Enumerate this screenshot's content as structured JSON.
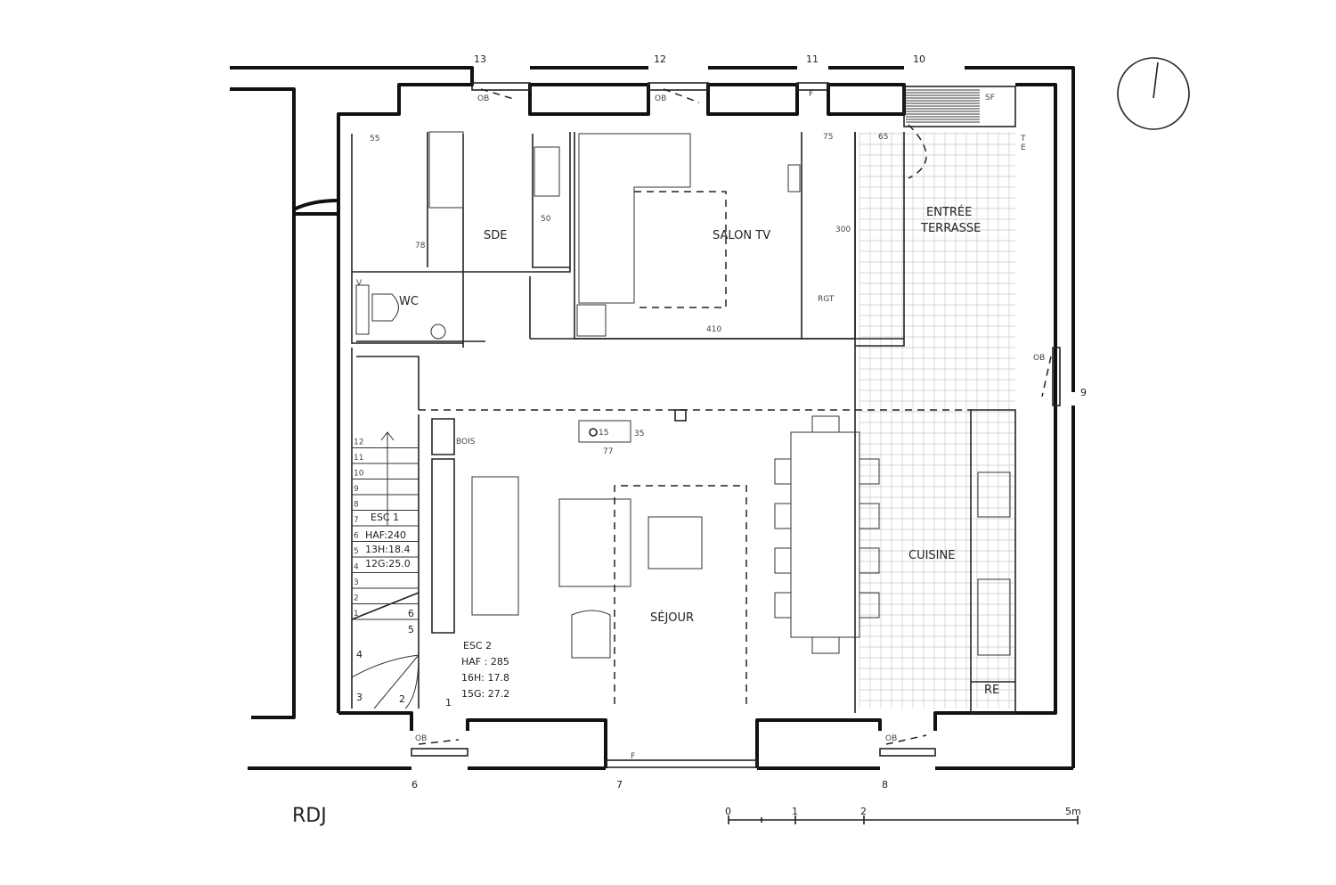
{
  "title": "RDJ",
  "windows": {
    "numbers": [
      "13",
      "12",
      "11",
      "10",
      "9",
      "6",
      "7",
      "8"
    ],
    "types": {
      "13": "OB",
      "12": "OB",
      "11": "F",
      "10": "SF",
      "9": "OB",
      "6": "OB",
      "7": "F",
      "8": "OB"
    }
  },
  "rooms": {
    "sde": "SDE",
    "salon_tv": "SALON TV",
    "entree_1": "ENTRÉE",
    "entree_2": "TERRASSE",
    "wc": "WC",
    "cuisine": "CUISINE",
    "sejour": "SÉJOUR",
    "re": "RE",
    "rgt": "RGT",
    "bois": "BOIS",
    "v": "V",
    "te_1": "T",
    "te_2": "E"
  },
  "dimensions": [
    "55",
    "50",
    "78",
    "75",
    "65",
    "300",
    "410",
    "15",
    "35",
    "77"
  ],
  "esc1": {
    "title": "ESC 1",
    "haf": "HAF:240",
    "h": "13H:18.4",
    "g": "12G:25.0",
    "steps": [
      "1",
      "2",
      "3",
      "4",
      "5",
      "6",
      "7",
      "8",
      "9",
      "10",
      "11",
      "12"
    ]
  },
  "esc2": {
    "title": "ESC 2",
    "haf": "HAF : 285",
    "h": "16H: 17.8",
    "g": "15G: 27.2",
    "steps": [
      "1",
      "2",
      "3",
      "4",
      "5",
      "6"
    ]
  },
  "scale": {
    "labels": [
      "0",
      "1",
      "2",
      "5m"
    ]
  },
  "colors": {
    "ink": "#111111",
    "grid": "#c8c8c8",
    "paper": "#ffffff"
  }
}
